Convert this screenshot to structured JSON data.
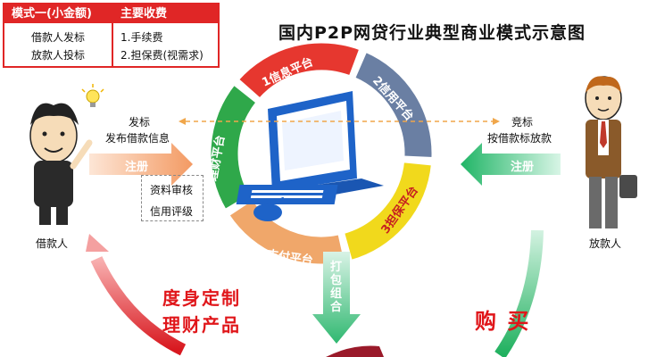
{
  "title": "国内P2P网贷行业典型商业模式示意图",
  "info_table": {
    "model_header": "模式一(小金额)",
    "model_lines": [
      "借款人发标",
      "放款人投标"
    ],
    "fee_header": "主要收费",
    "fee_lines": [
      "1.手续费",
      "2.担保费(视需求)"
    ]
  },
  "borrower": {
    "label": "借款人",
    "action_title": "发标",
    "action_desc": "发布借款信息",
    "register": "注册",
    "review_items": [
      "资料审核",
      "信用评级"
    ]
  },
  "lender": {
    "label": "放款人",
    "action_title": "竞标",
    "action_desc": "按借款标放款",
    "register": "注册"
  },
  "ring_segments": [
    {
      "label": "1信息平台",
      "color": "#e6372f"
    },
    {
      "label": "2信用平台",
      "color": "#6a7fa3"
    },
    {
      "label": "3担保平台",
      "color": "#f1d91c"
    },
    {
      "label": "4支付平台",
      "color": "#f0a76a"
    },
    {
      "label": "5理财平台",
      "color": "#2fa84a"
    }
  ],
  "bottom": {
    "package_label": "打包组合",
    "custom_product": [
      "度身定制",
      "理财产品"
    ],
    "buy_label": "购 买"
  },
  "colors": {
    "accent_red": "#e02626",
    "arrow_green": "#3dc67f",
    "arrow_orange": "#f4a474",
    "computer_blue": "#1e63c8"
  }
}
